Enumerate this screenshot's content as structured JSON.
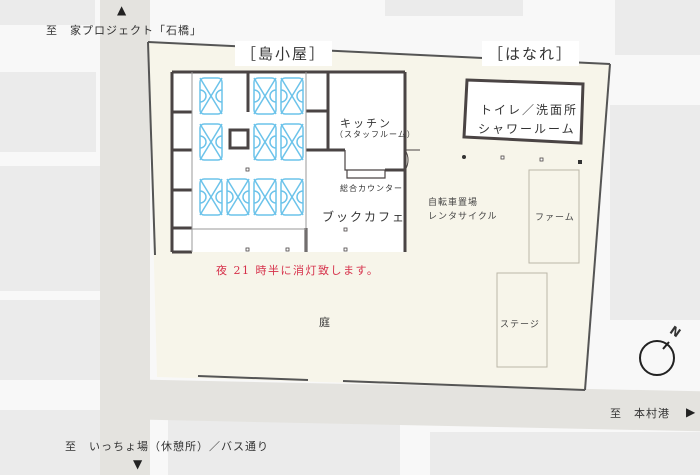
{
  "map": {
    "directions": {
      "north": "至　家プロジェクト「石橋」",
      "south": "至　いっちょ場（休憩所）／バス通り",
      "east": "至　本村港"
    },
    "buildings": {
      "shimagoya": {
        "title": "［島小屋］"
      },
      "hanare": {
        "title": "［はなれ］"
      }
    },
    "rooms": {
      "kitchen": "キッチン",
      "kitchen_sub": "（スタッフルーム）",
      "counter": "総合カウンター",
      "bookcafe": "ブックカフェ",
      "toilet_line1": "トイレ／洗面所",
      "toilet_line2": "シャワールーム"
    },
    "areas": {
      "bicycle_line1": "自転車置場",
      "bicycle_line2": "レンタサイクル",
      "farm": "ファーム",
      "stage": "ステージ",
      "garden": "庭"
    },
    "notice": "夜 21 時半に消灯致します。",
    "compass": {
      "label": "N"
    },
    "colors": {
      "site": "#f7f5ea",
      "road": "#e4e3df",
      "block": "#ebebeb",
      "bed": "#6cc3ea",
      "notice": "#d6304a",
      "wall": "#4a4444"
    }
  }
}
